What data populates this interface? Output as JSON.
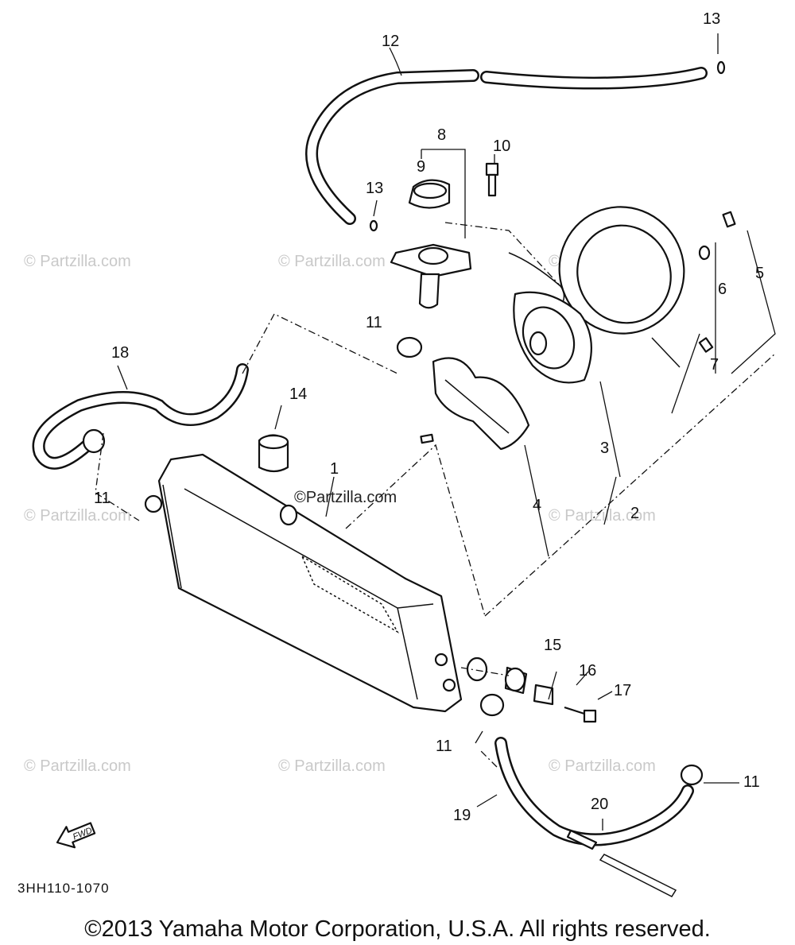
{
  "watermark": "© Partzilla.com",
  "center_watermark": "©Partzilla.com",
  "fwd_label": "FWD",
  "ref_code": "3HH110-1070",
  "copyright": "©2013 Yamaha Motor Corporation, U.S.A. All rights reserved.",
  "callouts": {
    "c1": "1",
    "c2": "2",
    "c3": "3",
    "c4": "4",
    "c5": "5",
    "c6": "6",
    "c7": "7",
    "c8": "8",
    "c9": "9",
    "c10": "10",
    "c11a": "11",
    "c11b": "11",
    "c11c": "11",
    "c11d": "11",
    "c12": "12",
    "c13a": "13",
    "c13b": "13",
    "c14": "14",
    "c15": "15",
    "c16": "16",
    "c17": "17",
    "c18": "18",
    "c19": "19",
    "c20": "20"
  }
}
